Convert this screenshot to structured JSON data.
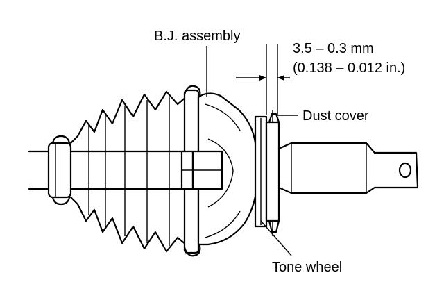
{
  "labels": {
    "bj_assembly": "B.J. assembly",
    "clearance_mm": "3.5 – 0.3 mm",
    "clearance_in": "(0.138 – 0.012 in.)",
    "dust_cover": "Dust cover",
    "tone_wheel": "Tone wheel"
  },
  "colors": {
    "line": "#000000",
    "background": "#ffffff"
  }
}
